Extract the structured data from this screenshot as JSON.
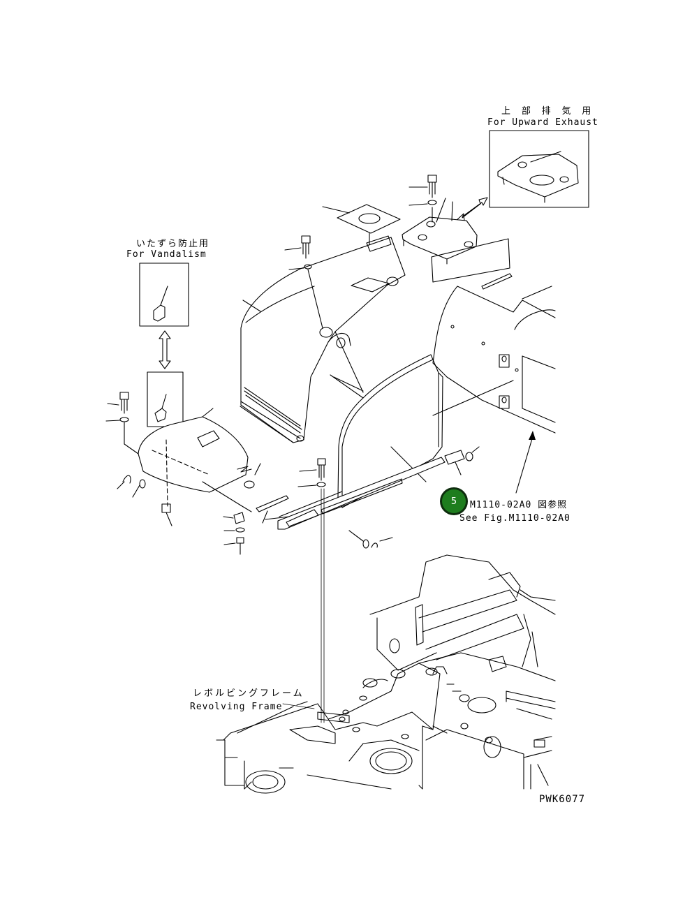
{
  "labels": {
    "upward_exhaust_jp": "上 部 排 気 用",
    "upward_exhaust_en": "For Upward Exhaust",
    "vandalism_jp": "いたずら防止用",
    "vandalism_en": "For Vandalism",
    "ref_jp": "M1110-02A0 図参照",
    "ref_en": "See Fig.M1110-02A0",
    "revolving_frame_jp": "レボルビングフレーム",
    "revolving_frame_en": "Revolving Frame",
    "drawing_number": "PWK6077"
  },
  "callout": {
    "number": "5",
    "color": "#1e7d1e",
    "border_color": "#0e2d0e"
  },
  "colors": {
    "line": "#000000",
    "background": "#ffffff"
  }
}
